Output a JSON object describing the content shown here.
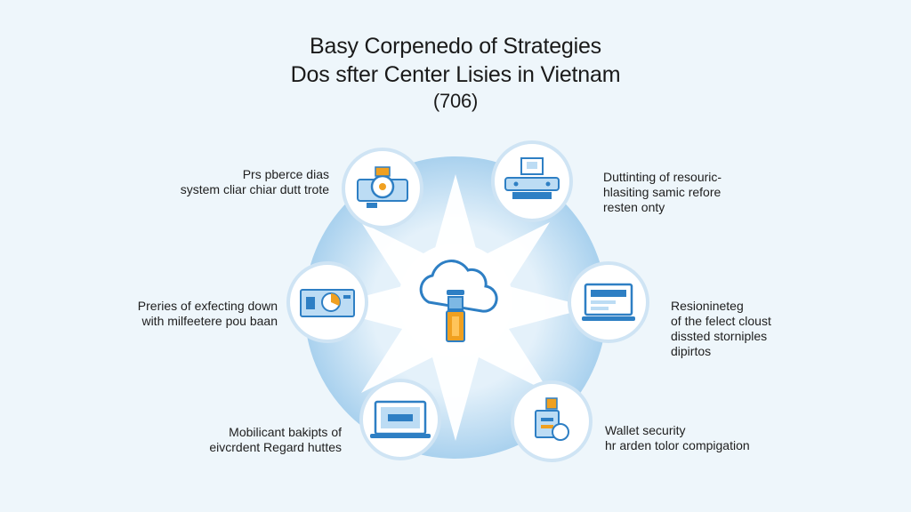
{
  "title": {
    "line1": "Basy Corpenedo of Strategies",
    "line2": "Dos sfter Center Lisies in Vietnam",
    "line3": "(706)"
  },
  "colors": {
    "background": "#eef6fb",
    "hub_outer": "#a9d1ee",
    "hub_inner": "#ffffff",
    "node_ring": "#cfe4f4",
    "icon_blue": "#2e7fc4",
    "accent_orange": "#f0a020"
  },
  "nodes": [
    {
      "icon": "gear-gadget-icon",
      "caption": [
        "Prs pberce dias",
        "system  cliar chiar dutt trote"
      ]
    },
    {
      "icon": "server-rack-icon",
      "caption": [
        "Duttinting of resouric-",
        "hlasiting samic refore",
        "resten onty"
      ]
    },
    {
      "icon": "monitor-icon",
      "caption": [
        "Resionineteg",
        "of the felect cloust",
        "dissted storniples",
        "dipirtos"
      ]
    },
    {
      "icon": "wallet-lock-icon",
      "caption": [
        "Wallet security",
        "hr arden tolor compigation"
      ]
    },
    {
      "icon": "laptop-icon",
      "caption": [
        "Mobilicant bakipts of",
        "eivcrdent Regard huttes"
      ]
    },
    {
      "icon": "document-chart-icon",
      "caption": [
        "Preries of exfecting down",
        "with milfeetere pou baan"
      ]
    }
  ],
  "center": {
    "icon": "cloud-server-icon"
  }
}
